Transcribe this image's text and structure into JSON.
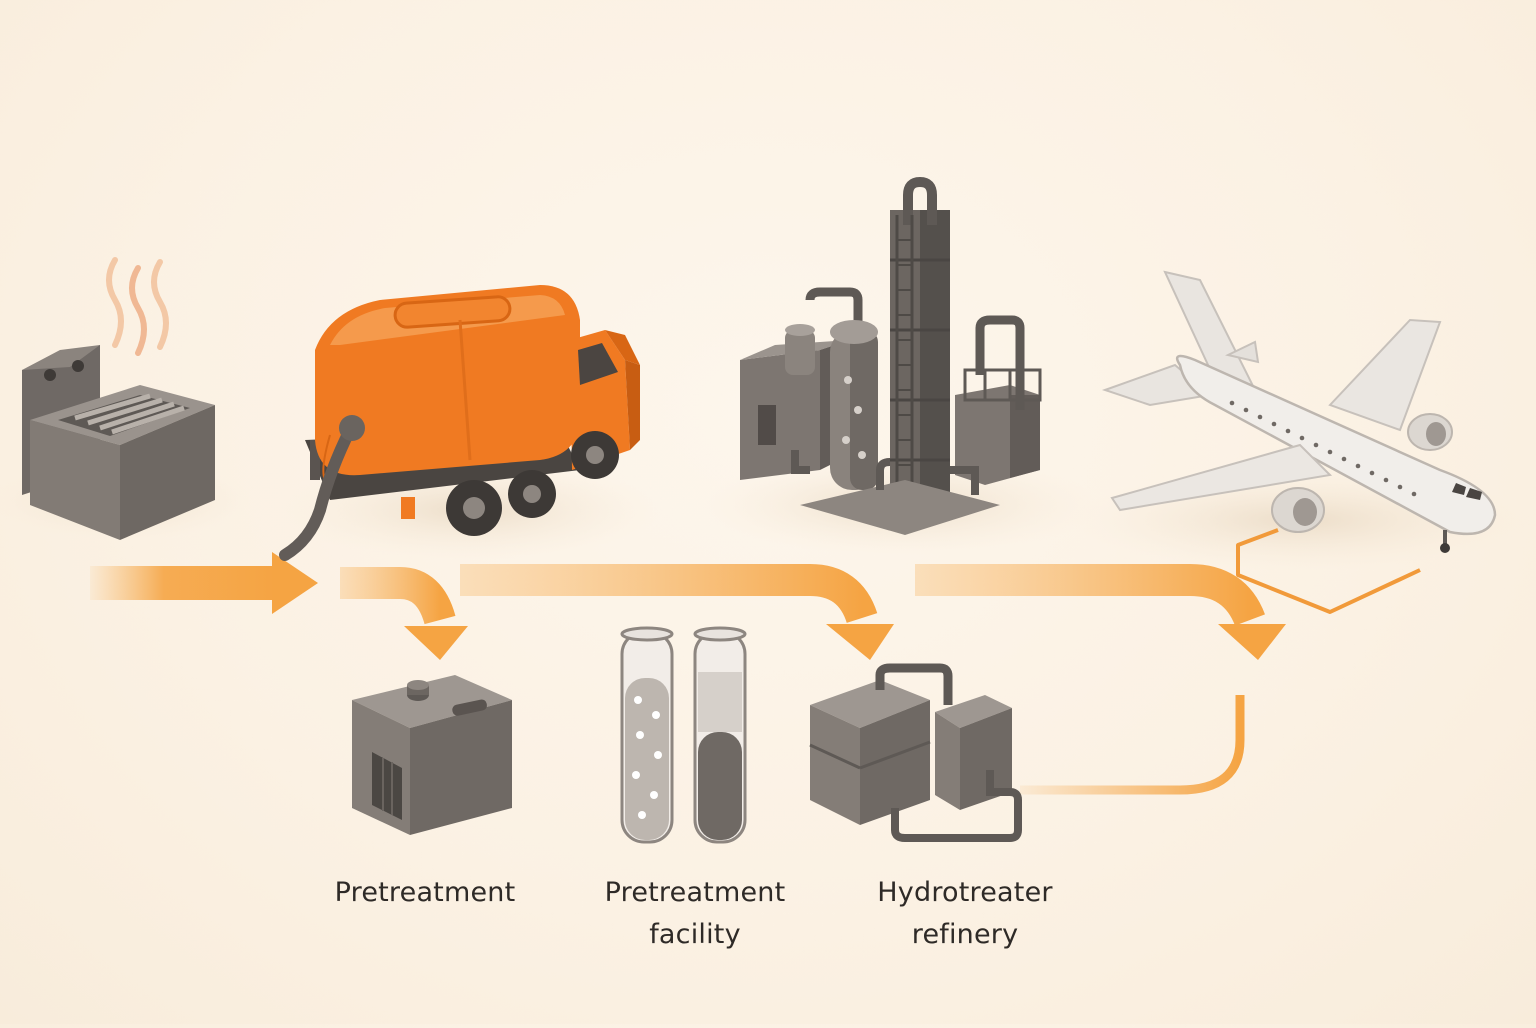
{
  "labels": {
    "pretreatment": "Pretreatment",
    "facility_line1": "Pretreatment",
    "facility_line2": "facility",
    "hydro_line1": "Hydrotreater",
    "hydro_line2": "refinery"
  },
  "colors": {
    "flow_orange": "#f4a13c",
    "truck_orange": "#f07a22",
    "equipment_gray": "#7d7671",
    "equipment_dark": "#5f5955",
    "plane_white": "#f1eeea"
  }
}
